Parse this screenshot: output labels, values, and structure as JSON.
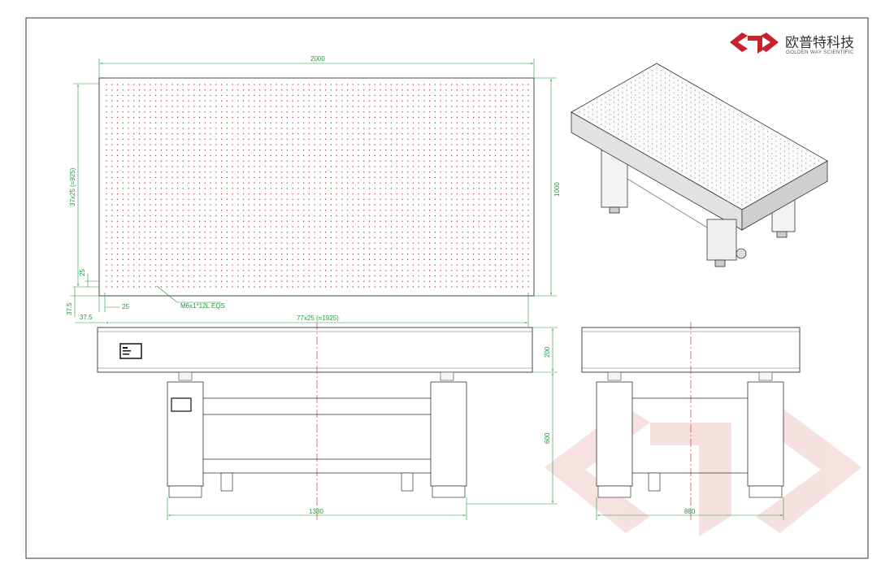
{
  "brand": {
    "name_cn": "欧普特科技",
    "name_en": "GOLDEN WAY SCIENTIFIC",
    "colors": {
      "logo": "#c8232c",
      "watermark": "#f4d9d9"
    }
  },
  "drawing": {
    "colors": {
      "dimension": "#1f9a3a",
      "hole": "#b03030",
      "centerline": "#d23a3a",
      "outline": "#333333"
    },
    "grid": {
      "columns": 78,
      "rows": 38
    },
    "top_view": {
      "width_dim": "2000",
      "height_dim": "1000",
      "row_pitch_dim": "37x25 (=925)",
      "col_pitch_dim": "77x25 (=1925)",
      "edge_y_dim": "25",
      "edge_x_dim": "25",
      "margin_y_dim": "37.5",
      "margin_x_dim": "37.5",
      "hole_callout": "M6x1*12L EQS"
    },
    "front_view": {
      "height_dim": "200",
      "leg_height_dim": "600",
      "base_width_dim": "1380"
    },
    "side_view": {
      "base_width_dim": "880"
    }
  }
}
